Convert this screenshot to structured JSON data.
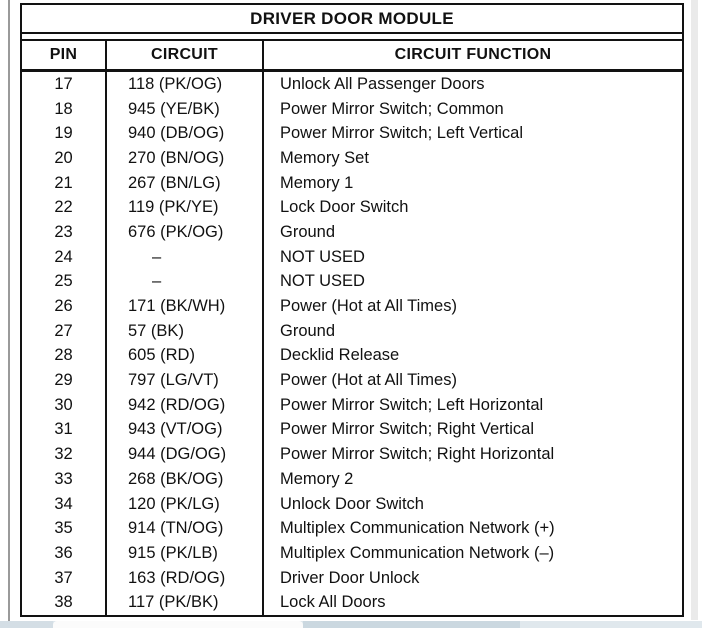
{
  "document": {
    "title": "DRIVER DOOR MODULE",
    "columns": [
      "PIN",
      "CIRCUIT",
      "CIRCUIT FUNCTION"
    ],
    "rows": [
      {
        "pin": "17",
        "circuit": "118 (PK/OG)",
        "function": "Unlock All Passenger Doors"
      },
      {
        "pin": "18",
        "circuit": "945 (YE/BK)",
        "function": "Power Mirror Switch; Common"
      },
      {
        "pin": "19",
        "circuit": "940 (DB/OG)",
        "function": "Power Mirror Switch; Left Vertical"
      },
      {
        "pin": "20",
        "circuit": "270 (BN/OG)",
        "function": "Memory Set"
      },
      {
        "pin": "21",
        "circuit": "267 (BN/LG)",
        "function": "Memory 1"
      },
      {
        "pin": "22",
        "circuit": "119 (PK/YE)",
        "function": "Lock Door Switch"
      },
      {
        "pin": "23",
        "circuit": "676 (PK/OG)",
        "function": "Ground"
      },
      {
        "pin": "24",
        "circuit": "–",
        "function": "NOT USED"
      },
      {
        "pin": "25",
        "circuit": "–",
        "function": "NOT USED"
      },
      {
        "pin": "26",
        "circuit": "171 (BK/WH)",
        "function": "Power (Hot at All Times)"
      },
      {
        "pin": "27",
        "circuit": "57 (BK)",
        "function": "Ground"
      },
      {
        "pin": "28",
        "circuit": "605 (RD)",
        "function": "Decklid Release"
      },
      {
        "pin": "29",
        "circuit": "797 (LG/VT)",
        "function": "Power (Hot at All Times)"
      },
      {
        "pin": "30",
        "circuit": "942 (RD/OG)",
        "function": "Power Mirror Switch; Left Horizontal"
      },
      {
        "pin": "31",
        "circuit": "943 (VT/OG)",
        "function": "Power Mirror Switch; Right Vertical"
      },
      {
        "pin": "32",
        "circuit": "944 (DG/OG)",
        "function": "Power Mirror Switch; Right Horizontal"
      },
      {
        "pin": "33",
        "circuit": "268 (BK/OG)",
        "function": "Memory 2"
      },
      {
        "pin": "34",
        "circuit": "120 (PK/LG)",
        "function": "Unlock Door Switch"
      },
      {
        "pin": "35",
        "circuit": "914 (TN/OG)",
        "function": "Multiplex Communication Network (+)"
      },
      {
        "pin": "36",
        "circuit": "915 (PK/LB)",
        "function": "Multiplex Communication Network (–)"
      },
      {
        "pin": "37",
        "circuit": "163 (RD/OG)",
        "function": "Driver Door Unlock"
      },
      {
        "pin": "38",
        "circuit": "117 (PK/BK)",
        "function": "Lock All Doors"
      }
    ],
    "colors": {
      "ink": "#111111",
      "page": "#ffffff",
      "edge_line": "#9a9a9a",
      "scroll_strip": "#eaeaea",
      "bottom_bar": "#dde6ec"
    }
  }
}
